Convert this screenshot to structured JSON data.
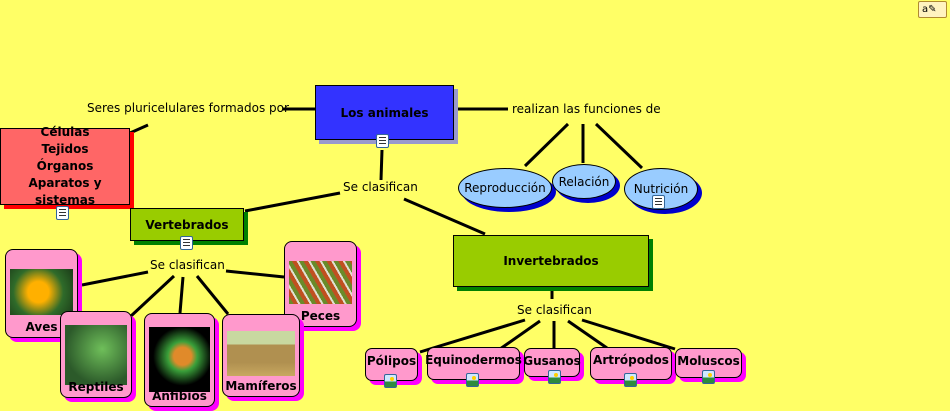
{
  "root": {
    "label": "Los animales"
  },
  "links": {
    "composed_of": "Seres pluricelulares formados por",
    "functions": "realizan las funciones de",
    "classified": "Se clasifican",
    "vert_classified": "Se clasifican",
    "invert_classified": "Se clasifican"
  },
  "composition": [
    "Células",
    "Tejidos",
    "Órganos",
    "Aparatos y sistemas"
  ],
  "functions": [
    "Reproducción",
    "Relación",
    "Nutrición"
  ],
  "groups": {
    "vertebrates": "Vertebrados",
    "invertebrates": "Invertebrados"
  },
  "vertebrates": [
    "Aves",
    "Reptiles",
    "Anfibios",
    "Mamíferos",
    "Peces"
  ],
  "invertebrates": [
    "Pólipos",
    "Equinodermos",
    "Gusanos",
    "Artrópodos",
    "Moluscos"
  ],
  "colors": {
    "background": "#ffff66",
    "root": "#3333ff",
    "composition": "#ff6666",
    "group": "#99cc00",
    "function": "#99ccff",
    "leaf": "#ff99cc"
  }
}
